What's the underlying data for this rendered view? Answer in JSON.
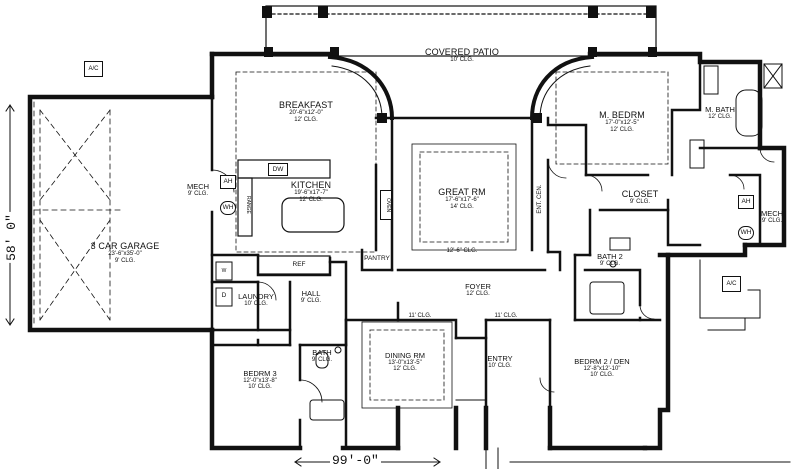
{
  "rooms": {
    "covered_patio": {
      "name": "COVERED PATIO",
      "size": "10' CLG."
    },
    "breakfast": {
      "name": "BREAKFAST",
      "size": "20'-6\"x12'-0\"",
      "ceiling": "12' CLG."
    },
    "kitchen": {
      "name": "KITCHEN",
      "size": "19'-6\"x17'-7\"",
      "ceiling": "12' CLG."
    },
    "mech_left": {
      "name": "MECH",
      "ceiling": "9' CLG."
    },
    "great_rm": {
      "name": "GREAT RM",
      "size": "17'-6\"x17'-6\"",
      "ceiling": "14' CLG."
    },
    "great_rm_ceiling_2": {
      "ceiling": "12'-6\" CLG."
    },
    "ent_cen": {
      "name": "ENT. CEN."
    },
    "m_bedrm": {
      "name": "M. BEDRM",
      "size": "17'-0\"x12'-5\"",
      "ceiling": "12' CLG."
    },
    "m_bath": {
      "name": "M. BATH",
      "ceiling": "12' CLG."
    },
    "closet": {
      "name": "CLOSET",
      "ceiling": "9' CLG."
    },
    "mech_right": {
      "name": "MECH",
      "ceiling": "9' CLG."
    },
    "bath2": {
      "name": "BATH 2",
      "ceiling": "9' CLG."
    },
    "garage": {
      "name": "3 CAR GARAGE",
      "size": "23'-6\"x35'-0\"",
      "ceiling": "9' CLG."
    },
    "laundry": {
      "name": "LAUNDRY",
      "ceiling": "10' CLG."
    },
    "hall": {
      "name": "HALL",
      "ceiling": "9' CLG."
    },
    "pantry": {
      "name": "PANTRY"
    },
    "foyer": {
      "name": "FOYER",
      "ceiling": "12' CLG."
    },
    "foyer_side_left": {
      "ceiling": "11' CLG."
    },
    "foyer_side_right": {
      "ceiling": "11' CLG."
    },
    "dining_rm": {
      "name": "DINING RM",
      "size": "13'-0\"x13'-5\"",
      "ceiling": "12' CLG."
    },
    "entry": {
      "name": "ENTRY",
      "ceiling": "10' CLG."
    },
    "bedrm3": {
      "name": "BEDRM 3",
      "size": "12'-0\"x13'-8\"",
      "ceiling": "10' CLG."
    },
    "bath_small": {
      "name": "BATH",
      "ceiling": "9' CLG."
    },
    "bedrm2": {
      "name": "BEDRM 2 / DEN",
      "size": "12'-8\"x12'-10\"",
      "ceiling": "10' CLG."
    }
  },
  "fixtures": {
    "ac": "A/C",
    "ah": "AH",
    "wh": "WH",
    "dw": "DW",
    "ref": "REF",
    "range": "RANGE",
    "oven": "OVEN",
    "dryer": "D",
    "washer": "W"
  },
  "dimensions": {
    "depth": "58' 0\"",
    "width": "99'-0\""
  }
}
